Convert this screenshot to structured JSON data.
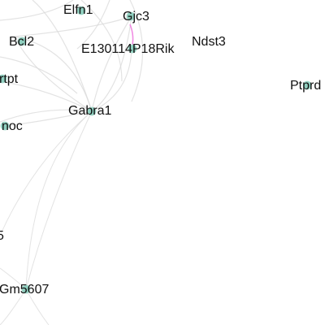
{
  "graph": {
    "nodes": [
      {
        "id": "elfn1",
        "label": "Elfn1"
      },
      {
        "id": "gjc3",
        "label": "Gjc3"
      },
      {
        "id": "bcl2",
        "label": "Bcl2"
      },
      {
        "id": "e130114p18rik",
        "label": "E130114P18Rik"
      },
      {
        "id": "ndst3",
        "label": "Ndst3"
      },
      {
        "id": "ptprd",
        "label": "Ptprd"
      },
      {
        "id": "rtpt",
        "label": "rtpt"
      },
      {
        "id": "gabra1",
        "label": "Gabra1"
      },
      {
        "id": "noc",
        "label": "noc"
      },
      {
        "id": "partial5",
        "label": "5"
      },
      {
        "id": "gm5607",
        "label": "Gm5607"
      }
    ],
    "node_color": "#8fcfbf",
    "edge_color": "#d9d9d9",
    "highlight_edge_color": "#f07fe0"
  }
}
